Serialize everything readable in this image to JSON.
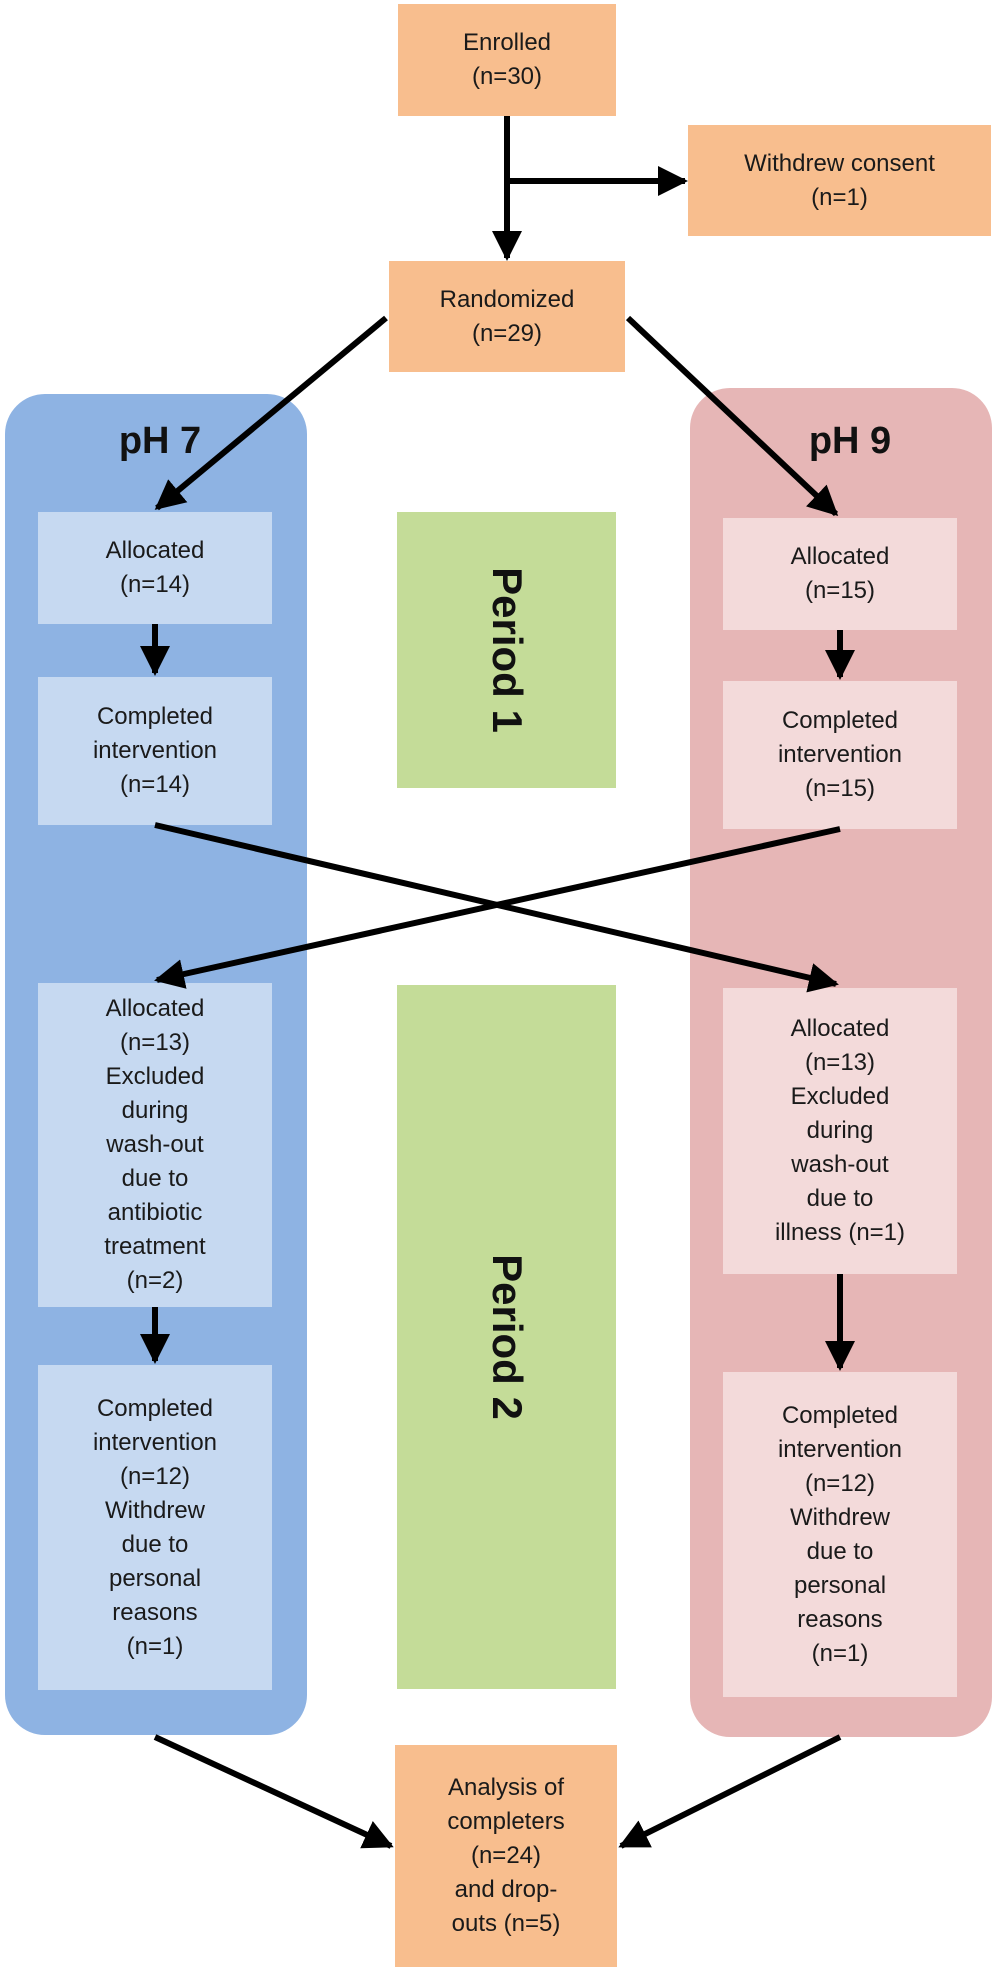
{
  "enrolled": {
    "line1": "Enrolled",
    "line2": "(n=30)"
  },
  "withdrew": {
    "line1": "Withdrew consent",
    "line2": "(n=1)"
  },
  "randomized": {
    "line1": "Randomized",
    "line2": "(n=29)"
  },
  "arms": {
    "ph7": {
      "title": "pH 7",
      "allocated1": {
        "line1": "Allocated",
        "line2": "(n=14)"
      },
      "completed1": {
        "line1": "Completed",
        "line2": "intervention",
        "line3": "(n=14)"
      },
      "allocated2": {
        "lines": [
          "Allocated",
          "(n=13)",
          "Excluded",
          "during",
          "wash-out",
          "due to",
          "antibiotic",
          "treatment",
          "(n=2)"
        ]
      },
      "completed2": {
        "lines": [
          "Completed",
          "intervention",
          "(n=12)",
          "Withdrew",
          "due to",
          "personal",
          "reasons",
          "(n=1)"
        ]
      }
    },
    "ph9": {
      "title": "pH 9",
      "allocated1": {
        "line1": "Allocated",
        "line2": "(n=15)"
      },
      "completed1": {
        "line1": "Completed",
        "line2": "intervention",
        "line3": "(n=15)"
      },
      "allocated2": {
        "lines": [
          "Allocated",
          "(n=13)",
          "Excluded",
          "during",
          "wash-out",
          "due to",
          "illness (n=1)"
        ]
      },
      "completed2": {
        "lines": [
          "Completed",
          "intervention",
          "(n=12)",
          "Withdrew",
          "due to",
          "personal",
          "reasons",
          "(n=1)"
        ]
      }
    }
  },
  "periods": {
    "period1": "Period 1",
    "period2": "Period 2"
  },
  "analysis": {
    "lines": [
      "Analysis  of",
      "completers",
      "(n=24)",
      "and drop-",
      "outs (n=5)"
    ]
  },
  "colors": {
    "orange_box": "#f8be8e",
    "blue_panel": "#8eb3e3",
    "blue_box": "#c6d9f1",
    "pink_panel": "#e6b6b6",
    "pink_box": "#f3dada",
    "green_box": "#c4dc98",
    "arrow": "#000000"
  }
}
